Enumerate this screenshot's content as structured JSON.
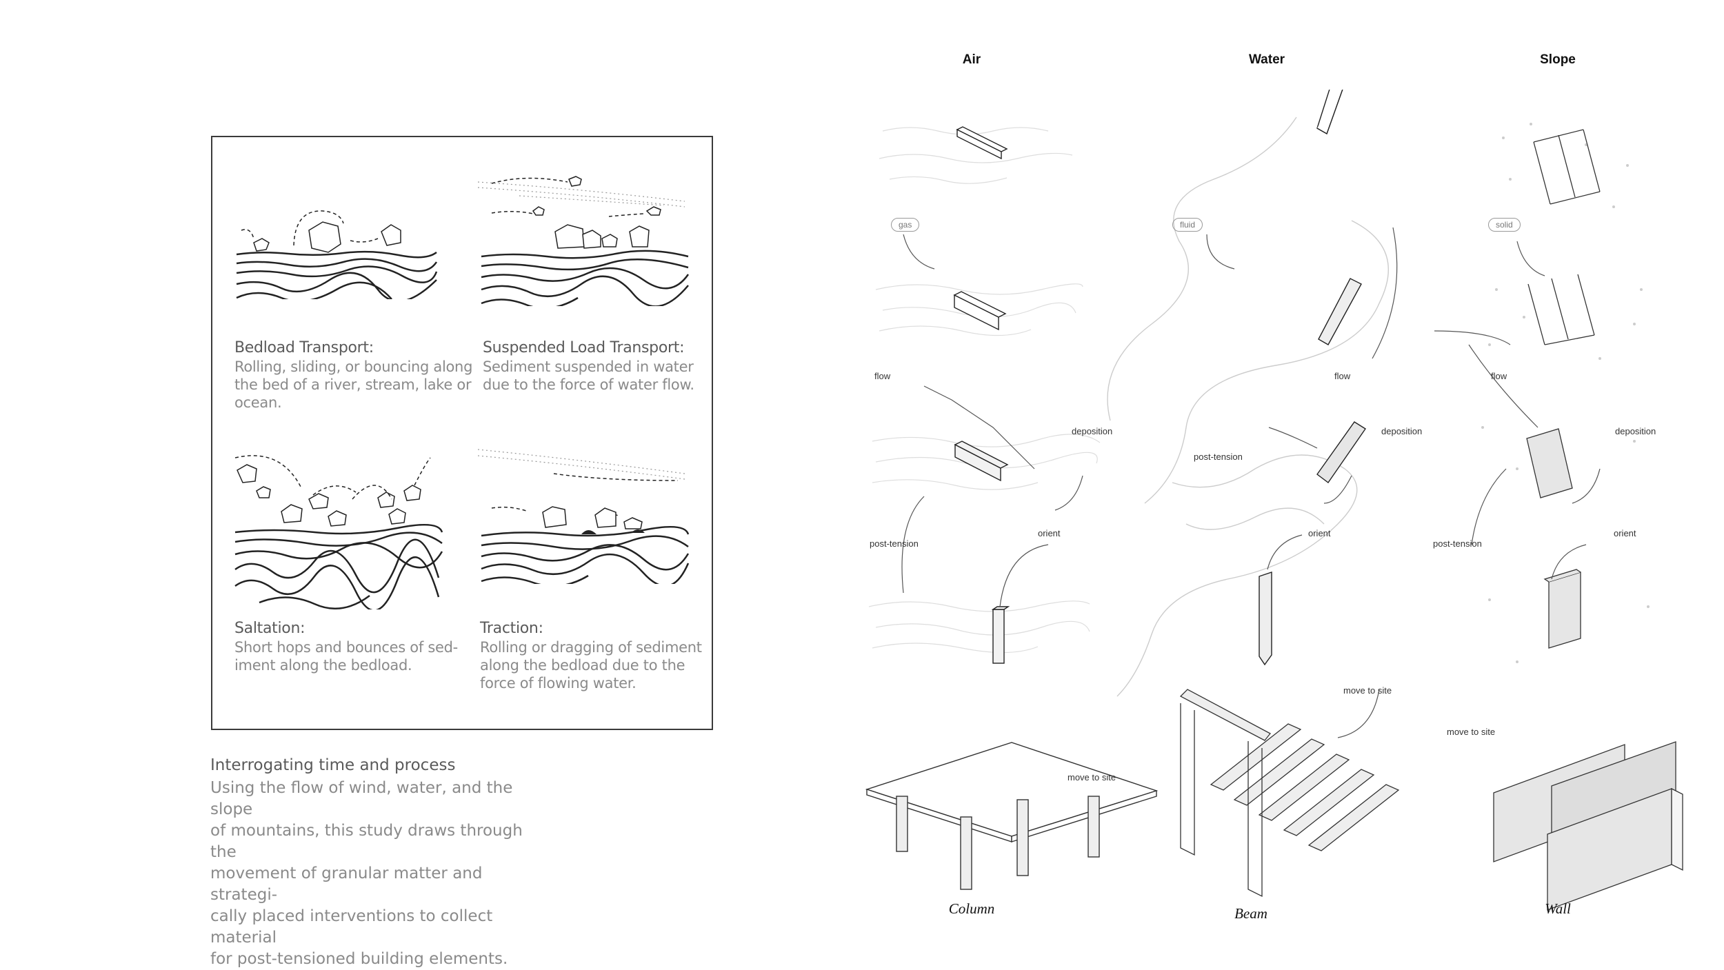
{
  "panel": {
    "bedload": {
      "title": "Bedload Transport:",
      "lines": [
        "Rolling, sliding, or bouncing along",
        "the bed of a river, stream, lake or",
        "ocean."
      ]
    },
    "suspended": {
      "title": "Suspended Load Transport:",
      "lines": [
        "Sediment  suspended  in  water",
        "due to the force of water flow."
      ]
    },
    "saltation": {
      "title": "Saltation:",
      "lines": [
        "Short hops and bounces of sed-",
        "iment along the bedload."
      ]
    },
    "traction": {
      "title": "Traction:",
      "lines": [
        "Rolling  or  dragging  of  sediment",
        "along  the  bedload  due  to  the",
        "force of flowing water."
      ]
    }
  },
  "intro": {
    "title": "Interrogating time and process",
    "lines": [
      "Using the flow of wind, water, and the slope",
      "of mountains, this study draws through the",
      "movement of granular matter and strategi-",
      "cally placed interventions to collect material",
      "for post-tensioned building elements."
    ]
  },
  "columns": {
    "air": "Air",
    "water": "Water",
    "slope": "Slope"
  },
  "labels": {
    "gas": "gas",
    "fluid": "fluid",
    "solid": "solid",
    "flow": "flow",
    "deposition": "deposition",
    "post_tension": "post-tension",
    "orient": "orient",
    "move_to_site": "move to site"
  },
  "elements": {
    "column": "Column",
    "beam": "Beam",
    "wall": "Wall"
  }
}
